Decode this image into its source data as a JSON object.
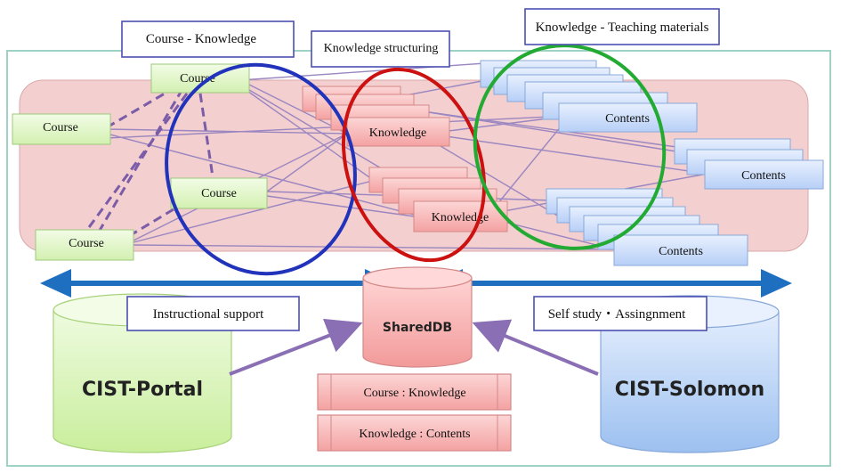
{
  "labels": {
    "course_knowledge": "Course - Knowledge",
    "knowledge_structuring": "Knowledge structuring",
    "knowledge_teaching": "Knowledge - Teaching materials",
    "instructional_support": "Instructional support",
    "self_study": "Self study・Assingnment"
  },
  "courses": [
    "Course",
    "Course",
    "Course",
    "Course"
  ],
  "knowledge": [
    "Knowledge",
    "Knowledge"
  ],
  "contents": [
    "Contents",
    "Contents",
    "Contents"
  ],
  "databases": {
    "portal": "CIST-Portal",
    "shared": "SharedDB",
    "solomon": "CIST-Solomon"
  },
  "tables": [
    "Course : Knowledge",
    "Knowledge : Contents"
  ],
  "colors": {
    "course_fill": "#dff5c4",
    "knowledge_fill": "#f7b8b8",
    "contents_fill": "#cfe0fb",
    "blue_ellipse": "#2233bb",
    "red_ellipse": "#cc1111",
    "green_ellipse": "#22aa33",
    "arrow_blue": "#1f6fc0"
  }
}
